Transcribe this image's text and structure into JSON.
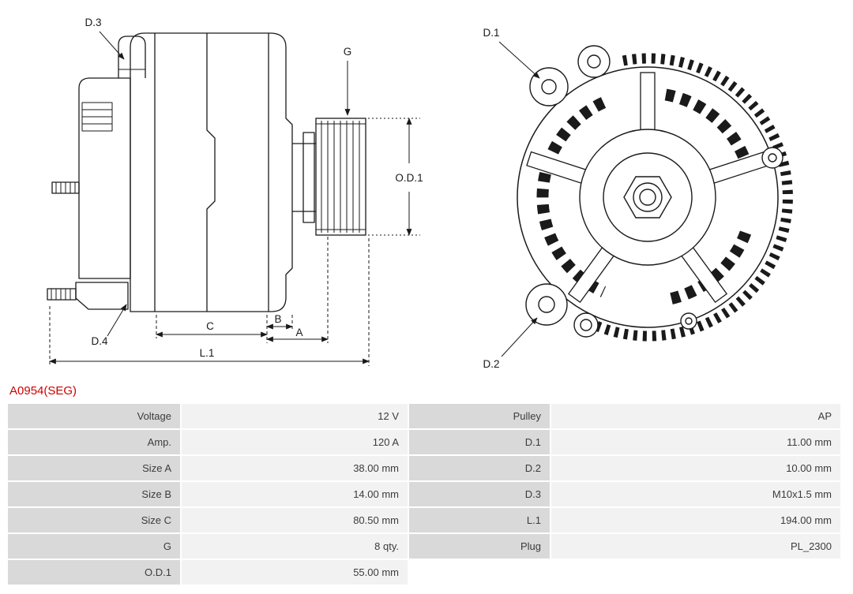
{
  "part_number": "A0954(SEG)",
  "diagram_labels": {
    "d3": "D.3",
    "g": "G",
    "od1": "O.D.1",
    "d4": "D.4",
    "c": "C",
    "b": "B",
    "a": "A",
    "l1": "L.1",
    "d1": "D.1",
    "d2": "D.2"
  },
  "spec_table": {
    "rows": [
      {
        "label_left": "Voltage",
        "value_left": "12 V",
        "label_right": "Pulley",
        "value_right": "AP"
      },
      {
        "label_left": "Amp.",
        "value_left": "120 A",
        "label_right": "D.1",
        "value_right": "11.00 mm"
      },
      {
        "label_left": "Size A",
        "value_left": "38.00 mm",
        "label_right": "D.2",
        "value_right": "10.00 mm"
      },
      {
        "label_left": "Size B",
        "value_left": "14.00 mm",
        "label_right": "D.3",
        "value_right": "M10x1.5 mm"
      },
      {
        "label_left": "Size C",
        "value_left": "80.50 mm",
        "label_right": "L.1",
        "value_right": "194.00 mm"
      },
      {
        "label_left": "G",
        "value_left": "8 qty.",
        "label_right": "Plug",
        "value_right": "PL_2300"
      },
      {
        "label_left": "O.D.1",
        "value_left": "55.00 mm",
        "label_right": "",
        "value_right": ""
      }
    ]
  },
  "colors": {
    "part_number": "#cc0000",
    "label_cell_bg": "#d9d9d9",
    "value_cell_bg": "#f2f2f2",
    "drawing_stroke": "#1a1a1a"
  }
}
